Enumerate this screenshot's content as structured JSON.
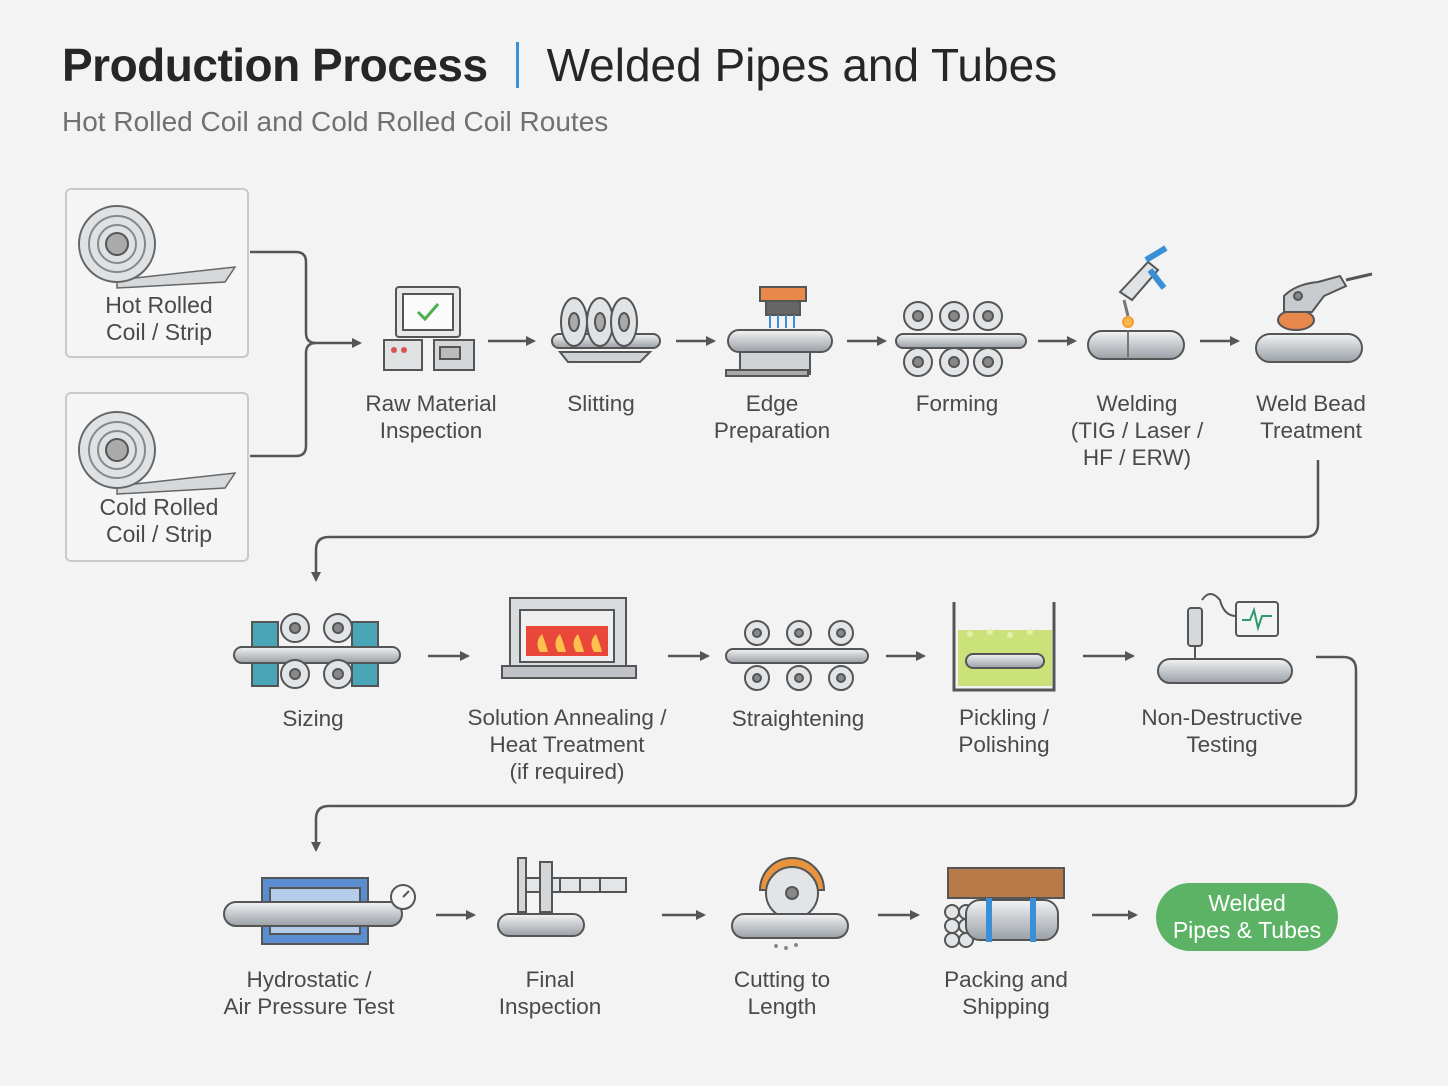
{
  "header": {
    "title_main": "Production Process",
    "title_sub": "Welded Pipes and Tubes",
    "subtitle": "Hot Rolled Coil and Cold Rolled Coil Routes"
  },
  "sources": [
    {
      "label": "Hot Rolled\nCoil / Strip",
      "icon": "coil-icon"
    },
    {
      "label": "Cold Rolled\nCoil / Strip",
      "icon": "coil-icon"
    }
  ],
  "row1": [
    {
      "label": "Raw Material\nInspection",
      "icon": "inspection-computer-icon"
    },
    {
      "label": "Slitting",
      "icon": "slitting-discs-icon"
    },
    {
      "label": "Edge\nPreparation",
      "icon": "edge-milling-icon"
    },
    {
      "label": "Forming",
      "icon": "forming-rolls-icon"
    },
    {
      "label": "Welding\n(TIG / Laser /\nHF / ERW)",
      "icon": "welding-torch-icon"
    },
    {
      "label": "Weld Bead\nTreatment",
      "icon": "grinder-icon"
    }
  ],
  "row2": [
    {
      "label": "Sizing",
      "icon": "sizing-mill-icon"
    },
    {
      "label": "Solution Annealing /\nHeat Treatment\n(if required)",
      "icon": "furnace-icon"
    },
    {
      "label": "Straightening",
      "icon": "straightener-rolls-icon"
    },
    {
      "label": "Pickling /\nPolishing",
      "icon": "pickling-tank-icon"
    },
    {
      "label": "Non-Destructive\nTesting",
      "icon": "ndt-probe-icon"
    }
  ],
  "row3": [
    {
      "label": "Hydrostatic /\nAir Pressure Test",
      "icon": "hydrotest-icon"
    },
    {
      "label": "Final\nInspection",
      "icon": "caliper-icon"
    },
    {
      "label": "Cutting to\nLength",
      "icon": "saw-icon"
    },
    {
      "label": "Packing and\nShipping",
      "icon": "pipe-bundle-icon"
    }
  ],
  "final": {
    "label": "Welded\nPipes & Tubes"
  },
  "colors": {
    "accent_blue": "#3a8fd6",
    "final_green": "#5cb365",
    "steel": "#c8ccd0",
    "line": "#555555"
  }
}
